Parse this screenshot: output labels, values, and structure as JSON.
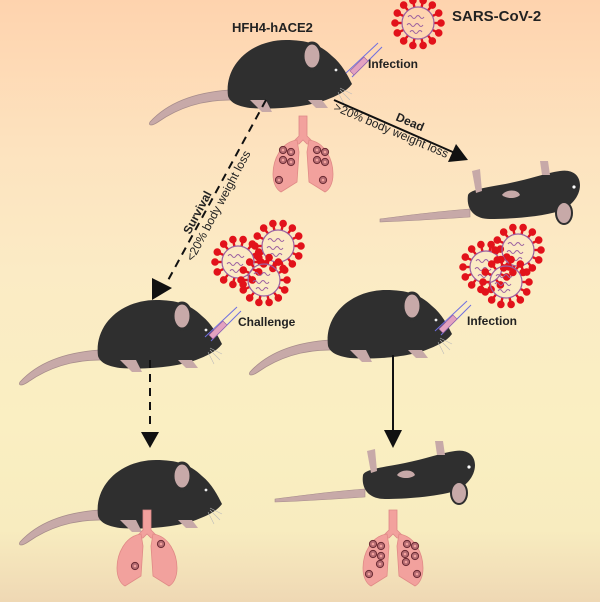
{
  "figure": {
    "mouse_strain": "HFH4-hACE2",
    "virus": "SARS-CoV-2",
    "steps": {
      "initial_infection": "Infection",
      "dead_label": "Dead",
      "dead_condition": ">20% body weight loss",
      "survival_label": "Survival",
      "survival_condition": "<20% body weight loss",
      "challenge": "Challenge",
      "naive_infection": "Infection"
    },
    "colors": {
      "mouse_body": "#2f2f2f",
      "mouse_pink": "#c7a9a8",
      "virus_spike": "#e2121b",
      "virus_rna": "#9b5fa0",
      "lung": "#f2a19d",
      "needle": "#6f6fe0",
      "arrow": "#111111"
    },
    "outcomes": {
      "reinfected_survivor_lung_lesions": "few",
      "naive_infected_lung_lesions": "many"
    }
  }
}
